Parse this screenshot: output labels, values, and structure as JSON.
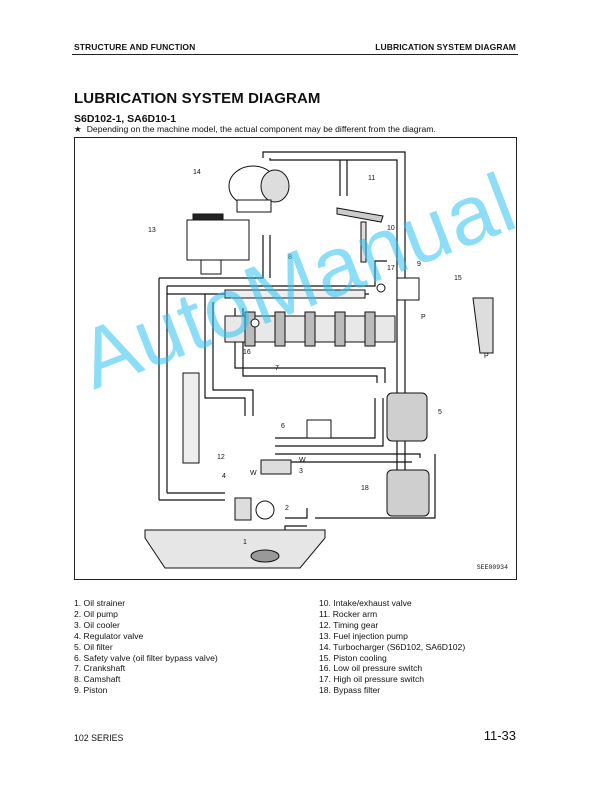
{
  "header": {
    "left": "STRUCTURE AND FUNCTION",
    "right": "LUBRICATION SYSTEM DIAGRAM"
  },
  "title": "LUBRICATION SYSTEM DIAGRAM",
  "subtitle": "S6D102-1, SA6D10-1",
  "note": {
    "star": "★",
    "text": "Depending on the machine model, the actual component may be different from the diagram."
  },
  "diagram": {
    "figure_code": "SEE00934",
    "callouts": [
      "1",
      "2",
      "3",
      "4",
      "5",
      "6",
      "7",
      "8",
      "9",
      "10",
      "11",
      "12",
      "13",
      "14",
      "15",
      "16",
      "17",
      "18"
    ],
    "port_labels": {
      "p": "P",
      "w": "W"
    }
  },
  "legend": {
    "col1": [
      "1. Oil strainer",
      "2. Oil pump",
      "3. Oil cooler",
      "4. Regulator valve",
      "5. Oil filter",
      "6. Safety valve (oil filter bypass valve)",
      "7. Crankshaft",
      "8. Camshaft",
      "9. Piston"
    ],
    "col2": [
      "10. Intake/exhaust valve",
      "11. Rocker arm",
      "12. Timing gear",
      "13. Fuel injection pump",
      "14. Turbocharger (S6D102, SA6D102)",
      "15. Piston cooling",
      "16. Low oil pressure switch",
      "17. High oil pressure switch",
      "18. Bypass filter"
    ]
  },
  "watermark": "AutoManual",
  "footer": {
    "series": "102 SERIES",
    "page": "11-33"
  }
}
